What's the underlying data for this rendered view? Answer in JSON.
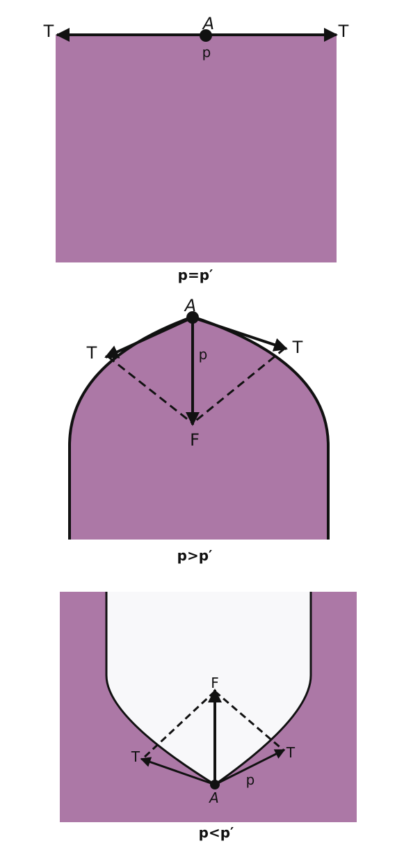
{
  "colors": {
    "fill": "#ac78a6",
    "hollow": "#f8f8fa",
    "stroke": "#111111"
  },
  "panel1": {
    "caption": "p=p′",
    "point_label": "A",
    "tension_left": "T",
    "tension_right": "T",
    "pressure_label": "p"
  },
  "panel2": {
    "caption": "p>p′",
    "point_label": "A",
    "tension_left": "T",
    "tension_right": "T",
    "pressure_label": "p",
    "force_label": "F"
  },
  "panel3": {
    "caption": "p<p′",
    "point_label": "A",
    "tension_left": "T",
    "tension_right": "T",
    "pressure_label": "p",
    "force_label": "F"
  }
}
